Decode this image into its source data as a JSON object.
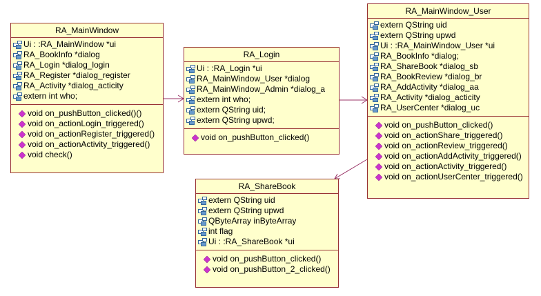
{
  "classes": {
    "main_window": {
      "name": "RA_MainWindow",
      "attributes": [
        "Ui : :RA_MainWindow *ui",
        "RA_BookInfo *dialog",
        "RA_Login *dialog_login",
        "RA_Register *dialog_register",
        "RA_Activity *dialog_acticity",
        "extern int who;"
      ],
      "operations": [
        "void on_pushButton_clicked()()",
        "void on_actionLogin_triggered()",
        "void on_actionRegister_triggered()",
        "void on_actionActivity_triggered()",
        "void check()"
      ]
    },
    "login": {
      "name": "RA_Login",
      "attributes": [
        "Ui : :RA_Login *ui",
        "RA_MainWindow_User *dialog",
        "RA_MainWindow_Admin *dialog_a",
        "extern int who;",
        "extern QString uid;",
        "extern QString upwd;"
      ],
      "operations": [
        "void on_pushButton_clicked()"
      ]
    },
    "main_window_user": {
      "name": "RA_MainWindow_User",
      "attributes": [
        "extern QString uid",
        "extern QString upwd",
        "Ui : :RA_MainWindow_User *ui",
        "RA_BookInfo *dialog;",
        "RA_ShareBook *dialog_sb",
        "RA_BookReview *dialog_br",
        "RA_AddActivity *dialog_aa",
        "RA_Activity *dialog_acticity",
        "RA_UserCenter *dialog_uc"
      ],
      "operations": [
        "void on_pushButton_clicked()",
        "void on_actionShare_triggered()",
        "void on_actionReview_triggered()",
        "void on_actionAddActivity_triggered()",
        "void on_actionActivity_triggered()",
        "void on_actionUserCenter_triggered()"
      ]
    },
    "share_book": {
      "name": "RA_ShareBook",
      "attributes": [
        "extern QString uid",
        "extern QString upwd",
        "QByteArray inByteArray",
        "int flag",
        "Ui : :RA_ShareBook *ui"
      ],
      "operations": [
        "void on_pushButton_clicked()",
        "void on_pushButton_2_clicked()"
      ]
    }
  },
  "colors": {
    "box_fill": "#ffffcc",
    "box_border": "#993333",
    "association_line": "#993366",
    "operation_icon": "#cc33cc",
    "attribute_icon": "#6699cc"
  },
  "icons": {
    "attribute": "field-icon",
    "operation": "method-icon"
  }
}
